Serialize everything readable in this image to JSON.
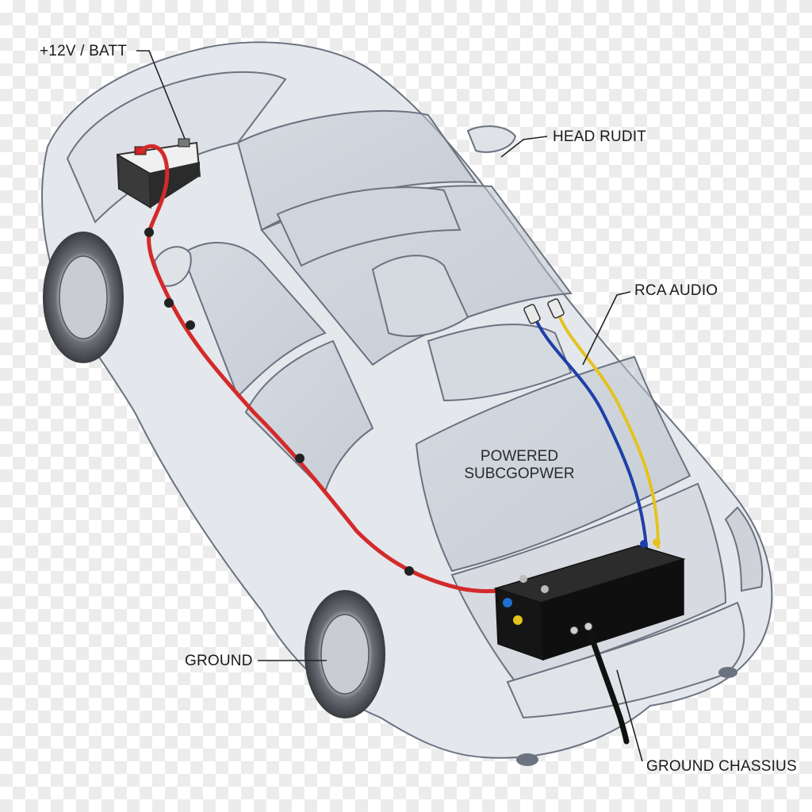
{
  "labels": {
    "battery": "+12V / BATT",
    "head_unit": "HEAD RUDIT",
    "rca": "RCA AUDIO",
    "subwoofer_line1": "POWERED",
    "subwoofer_line2": "SUBCGOPWER",
    "ground": "GROUND",
    "ground_chassis": "GROUND CHASSIUS"
  },
  "colors": {
    "power_cable": "#d42a2a",
    "rca_left": "#1f3fa8",
    "rca_right": "#e5c21f",
    "ground_cable": "#111111",
    "car_body": "#e4e7ec",
    "car_outline": "#6b7280",
    "subwoofer_box": "#111111"
  },
  "icons": [
    "battery-icon",
    "subwoofer-icon",
    "rca-connector-icon"
  ]
}
